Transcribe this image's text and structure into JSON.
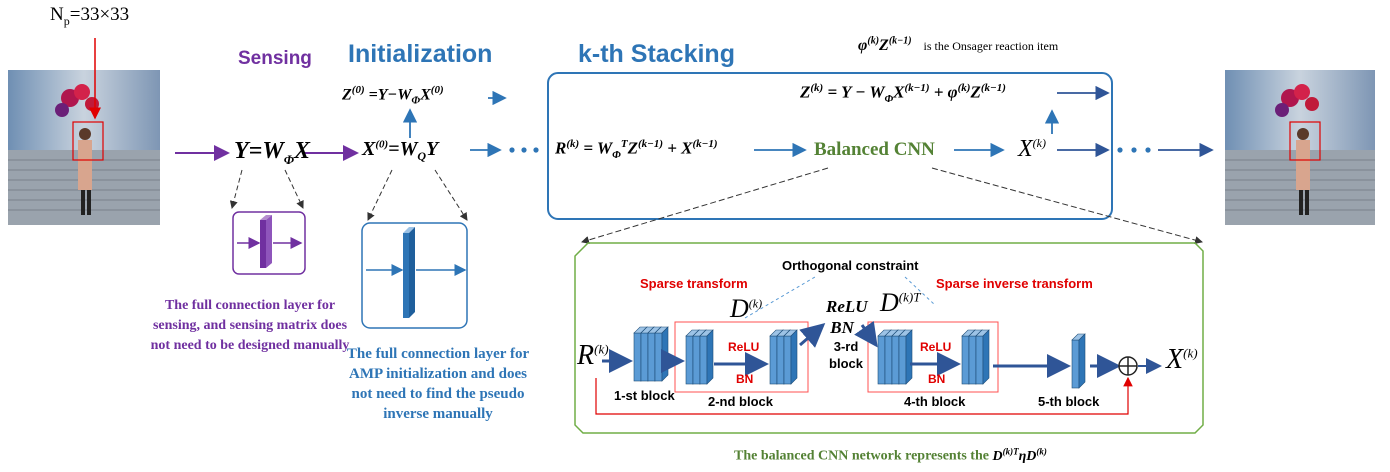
{
  "top_patch_label": "N",
  "top_patch_sub": "p",
  "top_patch_value": "=33×33",
  "stage_labels": {
    "sensing": "Sensing",
    "initialization": "Initialization",
    "stacking": "k-th Stacking"
  },
  "onsager_note_formula": "φ(k)Z(k−1)",
  "onsager_note_text": "is the Onsager reaction item",
  "eq_sensing": "Y=WΦX",
  "eq_init_z": "Z(0)=Y−WΦX(0)",
  "eq_init_x": "X(0)=WQY",
  "eq_z_k": "Z(k)=Y−WΦX(k−1)+φ(k)Z(k−1)",
  "eq_r_k": "R(k)=WΦTZ(k−1)+X(k−1)",
  "balanced_cnn": "Balanced CNN",
  "x_k": "X(k)",
  "sensing_caption": "The full connection layer for sensing, and sensing matrix does not need to be designed manually",
  "init_caption": "The full connection layer for AMP initialization and does not need to find the pseudo inverse manually",
  "cnn_detail": {
    "orthogonal_constraint": "Orthogonal constraint",
    "sparse_transform": "Sparse transform",
    "sparse_inverse_transform": "Sparse inverse transform",
    "d_k": "D(k)",
    "d_k_t": "D(k)T",
    "relu_bn_mid": "ReLU\nBN",
    "relu": "ReLU",
    "bn": "BN",
    "input": "R(k)",
    "output": "X(k)",
    "blocks": [
      "1-st block",
      "2-nd block",
      "3-rd block",
      "4-th block",
      "5-th block"
    ]
  },
  "bottom_caption": "The balanced CNN network represents the D(k)TηD(k)",
  "colors": {
    "purple": "#7030a0",
    "blue": "#2e75b6",
    "green": "#548235",
    "red": "#e00000",
    "block": "#5b9bd5"
  }
}
